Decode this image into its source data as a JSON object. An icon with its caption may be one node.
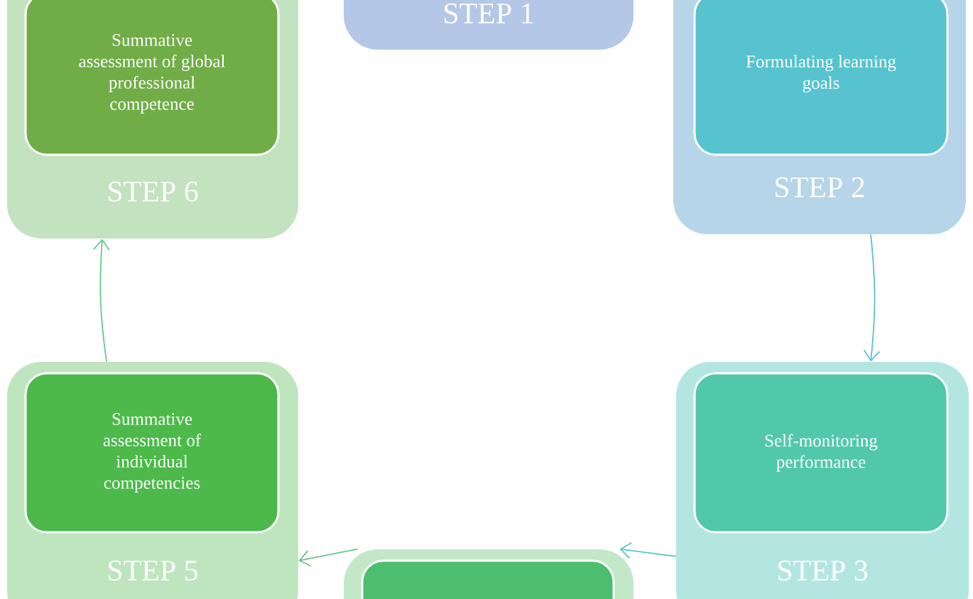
{
  "diagram": {
    "nodes": [
      {
        "text": [
          "STEP 6"
        ]
      },
      {
        "text": [
          "Summative assessment of global professional competence"
        ],
        "in": 0
      },
      {
        "text": [
          "STEP 1"
        ]
      },
      {
        "text": [
          "STEP 2"
        ]
      },
      {
        "text": [
          "Formulating learning goals"
        ],
        "in": 3
      },
      {
        "text": [
          "STEP 5"
        ]
      },
      {
        "text": [
          "Summative assessment of individual competencies"
        ],
        "in": 5
      },
      {
        "text": [
          "STEP 3"
        ]
      },
      {
        "text": [
          "Self-monitoring performance"
        ],
        "in": 7
      },
      {
        "text": [],
        "shape": "box"
      },
      {
        "text": [],
        "shape": "box",
        "in": 9
      }
    ],
    "edges": [
      {
        "from": 3,
        "to": 7,
        "arrow": "to",
        "color": "#5bc0d0"
      },
      {
        "from": 7,
        "to": 9,
        "arrow": "to",
        "color": "#5cc9bb"
      },
      {
        "from": 9,
        "to": 5,
        "arrow": "to",
        "color": "#6cc48a"
      },
      {
        "from": 5,
        "to": 0,
        "arrow": "to",
        "color": "#6cc48a"
      }
    ]
  }
}
